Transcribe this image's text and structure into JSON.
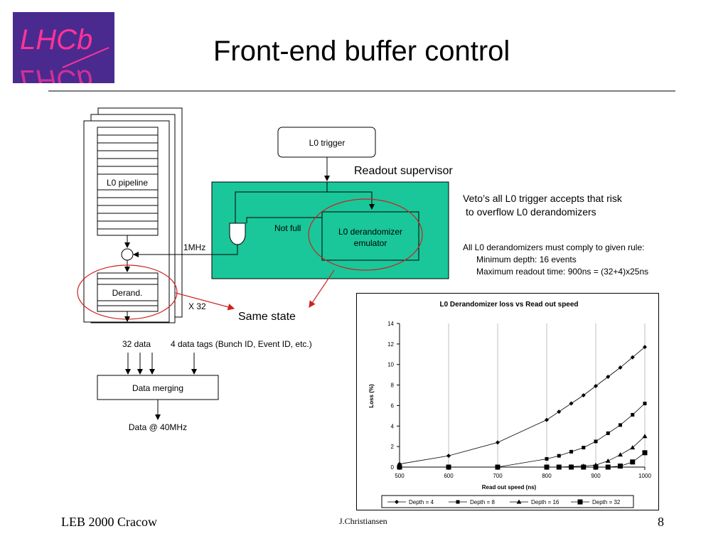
{
  "slide": {
    "title": "Front-end buffer control",
    "logo_text": "LHCb",
    "footer_left": "LEB 2000 Cracow",
    "footer_author": "J.Christiansen",
    "page_number": "8"
  },
  "diagram": {
    "l0_pipeline": "L0 pipeline",
    "derand": "Derand.",
    "x32": "X 32",
    "one_mhz": "1MHz",
    "l0_trigger": "L0 trigger",
    "readout_supervisor": "Readout supervisor",
    "not_full": "Not full",
    "emulator_line1": "L0 derandomizer",
    "emulator_line2": "emulator",
    "same_state": "Same state",
    "data_32": "32 data",
    "data_tags": "4 data tags (Bunch ID, Event ID, etc.)",
    "data_merging": "Data merging",
    "data_out": "Data @ 40MHz"
  },
  "notes": {
    "veto_line1": "Veto’s all L0 trigger accepts that risk",
    "veto_line2": "to overflow  L0 derandomizers",
    "rule_line1": "All L0 derandomizers must comply to given rule:",
    "rule_line2": "Minimum depth: 16 events",
    "rule_line3": "Maximum readout time: 900ns = (32+4)x25ns"
  },
  "colors": {
    "supervisor_fill": "#19c79a",
    "highlight": "#cc2222",
    "logo_bg": "#4b2a8f",
    "logo_text": "#ff3399"
  },
  "chart_data": {
    "type": "line",
    "title": "L0 Derandomizer loss vs Read out speed",
    "xlabel": "Read out speed (ns)",
    "ylabel": "Loss (%)",
    "xlim": [
      500,
      1000
    ],
    "ylim": [
      0,
      14
    ],
    "xticks": [
      500,
      600,
      700,
      800,
      900,
      1000
    ],
    "yticks": [
      0,
      2,
      4,
      6,
      8,
      10,
      12,
      14
    ],
    "grid": "vertical",
    "legend": "bottom",
    "series": [
      {
        "name": "Depth = 4",
        "marker": "diamond",
        "x": [
          500,
          600,
          700,
          800,
          825,
          850,
          875,
          900,
          925,
          950,
          975,
          1000
        ],
        "y": [
          0.3,
          1.1,
          2.4,
          4.6,
          5.4,
          6.2,
          7.0,
          7.9,
          8.8,
          9.7,
          10.7,
          11.7
        ]
      },
      {
        "name": "Depth = 8",
        "marker": "square",
        "x": [
          500,
          600,
          700,
          800,
          825,
          850,
          875,
          900,
          925,
          950,
          975,
          1000
        ],
        "y": [
          0,
          0,
          0,
          0.8,
          1.1,
          1.5,
          1.9,
          2.5,
          3.3,
          4.1,
          5.1,
          6.2
        ]
      },
      {
        "name": "Depth = 16",
        "marker": "triangle",
        "x": [
          500,
          600,
          700,
          800,
          825,
          850,
          875,
          900,
          925,
          950,
          975,
          1000
        ],
        "y": [
          0,
          0,
          0,
          0,
          0,
          0.05,
          0.1,
          0.2,
          0.6,
          1.2,
          1.9,
          3.0
        ]
      },
      {
        "name": "Depth = 32",
        "marker": "bigsquare",
        "x": [
          500,
          600,
          700,
          800,
          825,
          850,
          875,
          900,
          925,
          950,
          975,
          1000
        ],
        "y": [
          0,
          0,
          0,
          0,
          0,
          0,
          0,
          0,
          0,
          0.1,
          0.5,
          1.4
        ]
      }
    ]
  }
}
